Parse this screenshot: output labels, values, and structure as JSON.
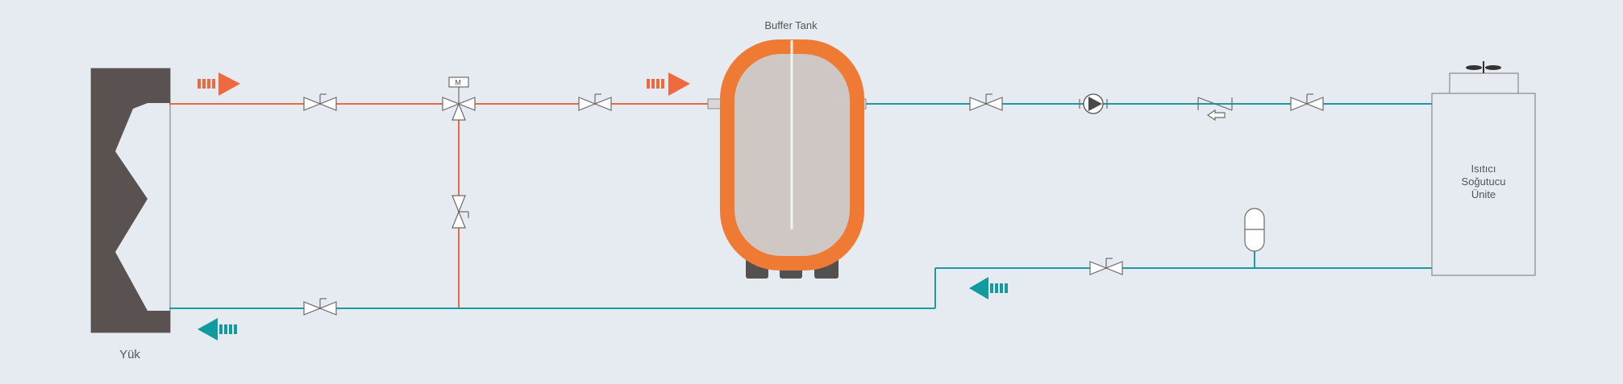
{
  "labels": {
    "buffer_tank": "Buffer Tank",
    "load": "Yük",
    "unit_line1": "Isıtıcı",
    "unit_line2": "Soğutucu",
    "unit_line3": "Ünite",
    "motor": "M"
  },
  "colors": {
    "background": "#e6ebf1",
    "hot_pipe": "#e86a3f",
    "cold_pipe": "#1b9aa2",
    "hot_arrow": "#ee6a3e",
    "cold_arrow": "#129b9f",
    "load_body": "#595250",
    "tank_shell": "#ef7a33",
    "tank_inner": "#cfc7c4",
    "tank_feet": "#545050",
    "equipment_stroke": "#8a8a8a"
  },
  "icons": {
    "hot_flow": "arrow-right-icon",
    "cold_flow": "arrow-left-icon",
    "valve": "gate-valve-icon",
    "three_way_valve": "three-way-valve-icon",
    "pump": "pump-icon",
    "check_valve": "check-valve-icon",
    "expansion_tank": "expansion-vessel-icon"
  }
}
